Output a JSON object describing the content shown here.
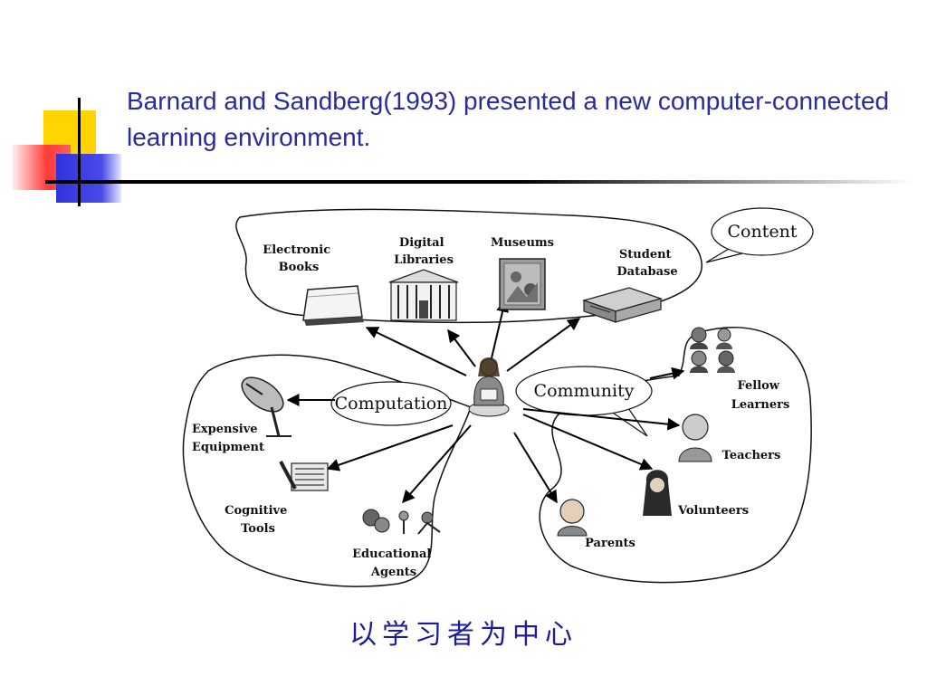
{
  "title": "Barnard and Sandberg(1993) presented a new computer-connected learning environment.",
  "caption": "以学习者为中心",
  "colors": {
    "title": "#2a2a9c",
    "caption": "#1c1c9a",
    "accent_yellow": "#ffd700",
    "accent_red": "#ff4040",
    "accent_blue": "#3a3ae0"
  },
  "diagram": {
    "bubbles": {
      "content": "Content",
      "computation": "Computation",
      "community": "Community"
    },
    "content_items": {
      "electronic_books": [
        "Electronic",
        "Books"
      ],
      "digital_libraries": [
        "Digital",
        "Libraries"
      ],
      "museums": [
        "Museums"
      ],
      "student_database": [
        "Student",
        "Database"
      ]
    },
    "computation_items": {
      "expensive_equipment": [
        "Expensive",
        "Equipment"
      ],
      "cognitive_tools": [
        "Cognitive",
        "Tools"
      ],
      "educational_agents": [
        "Educational",
        "Agents"
      ]
    },
    "community_items": {
      "fellow_learners": [
        "Fellow",
        "Learners"
      ],
      "teachers": [
        "Teachers"
      ],
      "volunteers": [
        "Volunteers"
      ],
      "parents": [
        "Parents"
      ]
    },
    "icons": {
      "center": "learner-icon",
      "electronic_books": "book-icon",
      "digital_libraries": "library-building-icon",
      "museums": "museum-painting-icon",
      "student_database": "database-drive-icon",
      "expensive_equipment": "satellite-dish-icon",
      "cognitive_tools": "pencil-notepad-icon",
      "educational_agents": "agents-figures-icon",
      "fellow_learners": "people-group-icon",
      "teachers": "teacher-portrait-icon",
      "volunteers": "volunteer-portrait-icon",
      "parents": "parent-portrait-icon"
    }
  }
}
